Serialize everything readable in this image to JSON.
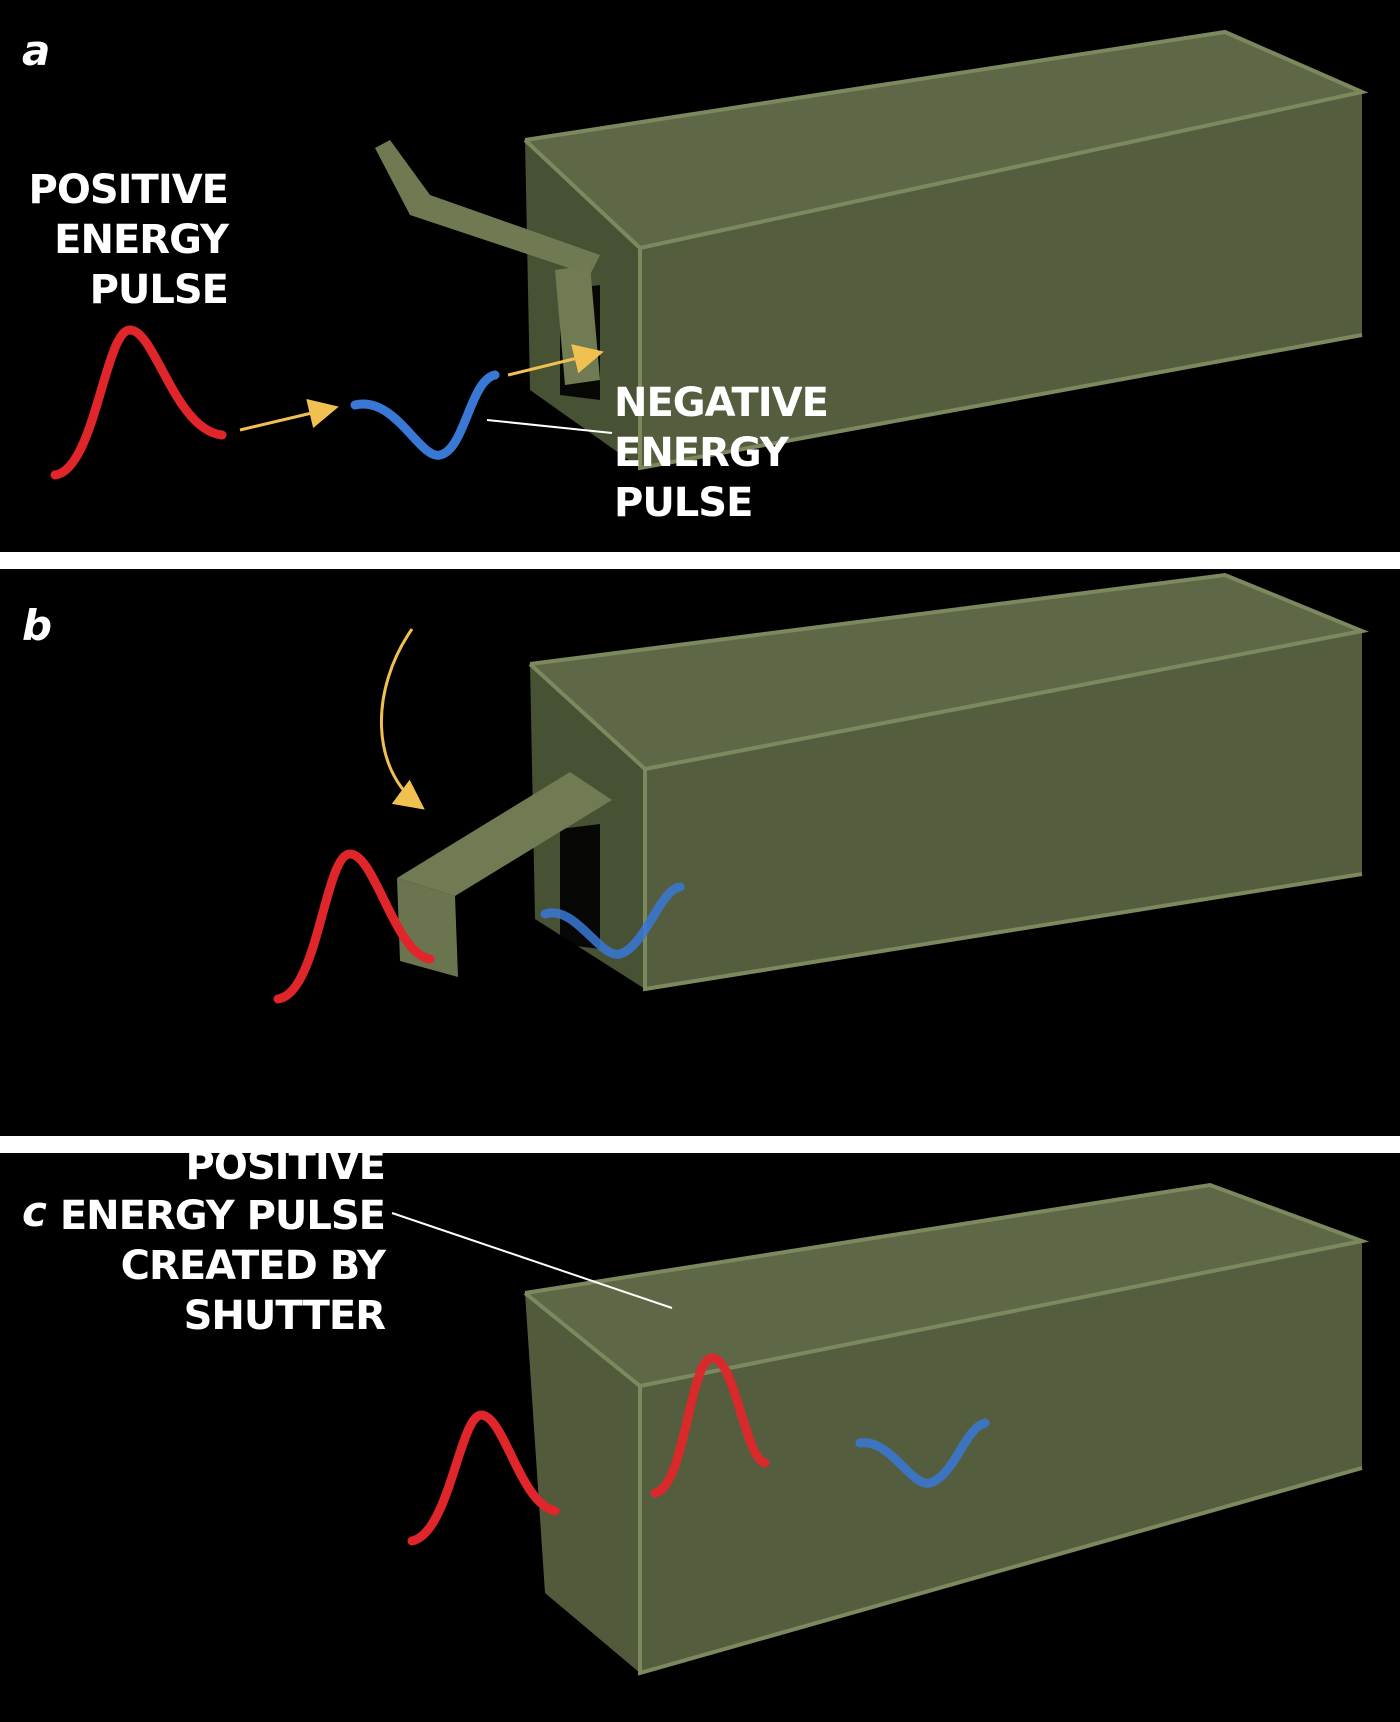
{
  "panels": [
    {
      "letter": "a",
      "labels": {
        "positive": [
          "POSITIVE",
          "ENERGY",
          "PULSE"
        ],
        "negative": [
          "NEGATIVE",
          "ENERGY",
          "PULSE"
        ]
      }
    },
    {
      "letter": "b"
    },
    {
      "letter": "c",
      "labels": {
        "created": [
          "POSITIVE",
          "ENERGY PULSE",
          "CREATED BY",
          "SHUTTER"
        ]
      }
    }
  ],
  "colors": {
    "background": "#000000",
    "box_face": "#5f6a45",
    "box_edge": "#76815a",
    "positive_pulse": "#e0262a",
    "negative_pulse": "#3a78d6",
    "arrow": "#f0c050",
    "divider": "#ffffff"
  }
}
